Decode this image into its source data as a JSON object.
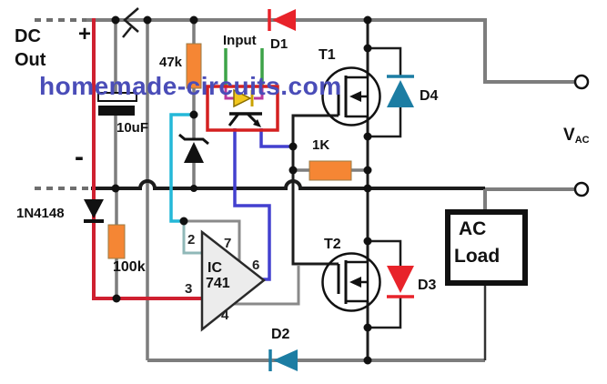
{
  "labels": {
    "dc_line1": "DC",
    "dc_line2": "Out",
    "plus": "+",
    "minus": "-",
    "input": "Input",
    "watermark": "homemade-circuits.com",
    "vac_main": "V",
    "vac_sub": "AC"
  },
  "components": {
    "resistor_47k": "47k",
    "capacitor_10uf": "10uF",
    "diode_d1": "D1",
    "mosfet_t1": "T1",
    "diode_d4": "D4",
    "resistor_1k": "1K",
    "diode_1n4148": "1N4148",
    "resistor_100k": "100k",
    "mosfet_t2": "T2",
    "diode_d3": "D3",
    "diode_d2": "D2",
    "ac_load_line1": "AC",
    "ac_load_line2": "Load",
    "opamp_line1": "IC",
    "opamp_line2": "741"
  },
  "opamp_pins": {
    "inverting": "2",
    "vplus": "7",
    "output": "6",
    "noninverting": "3",
    "vminus": "4"
  },
  "colors": {
    "wire_gray": "#7d7d7d",
    "wire_black": "#1c1c1c",
    "wire_red": "#cf2030",
    "wire_cyan": "#24b8d8",
    "wire_green": "#3da348",
    "wire_magenta": "#b8399d",
    "wire_blue": "#4340cf",
    "wire_teal_gray": "#90b8b8",
    "resistor_orange": "#f58634",
    "diode_red": "#e8232a",
    "diode_teal": "#1c7da3",
    "opto_box_red": "#d42020",
    "led_yellow": "#f2c71d",
    "watermark_blue": "#4a4db8"
  }
}
